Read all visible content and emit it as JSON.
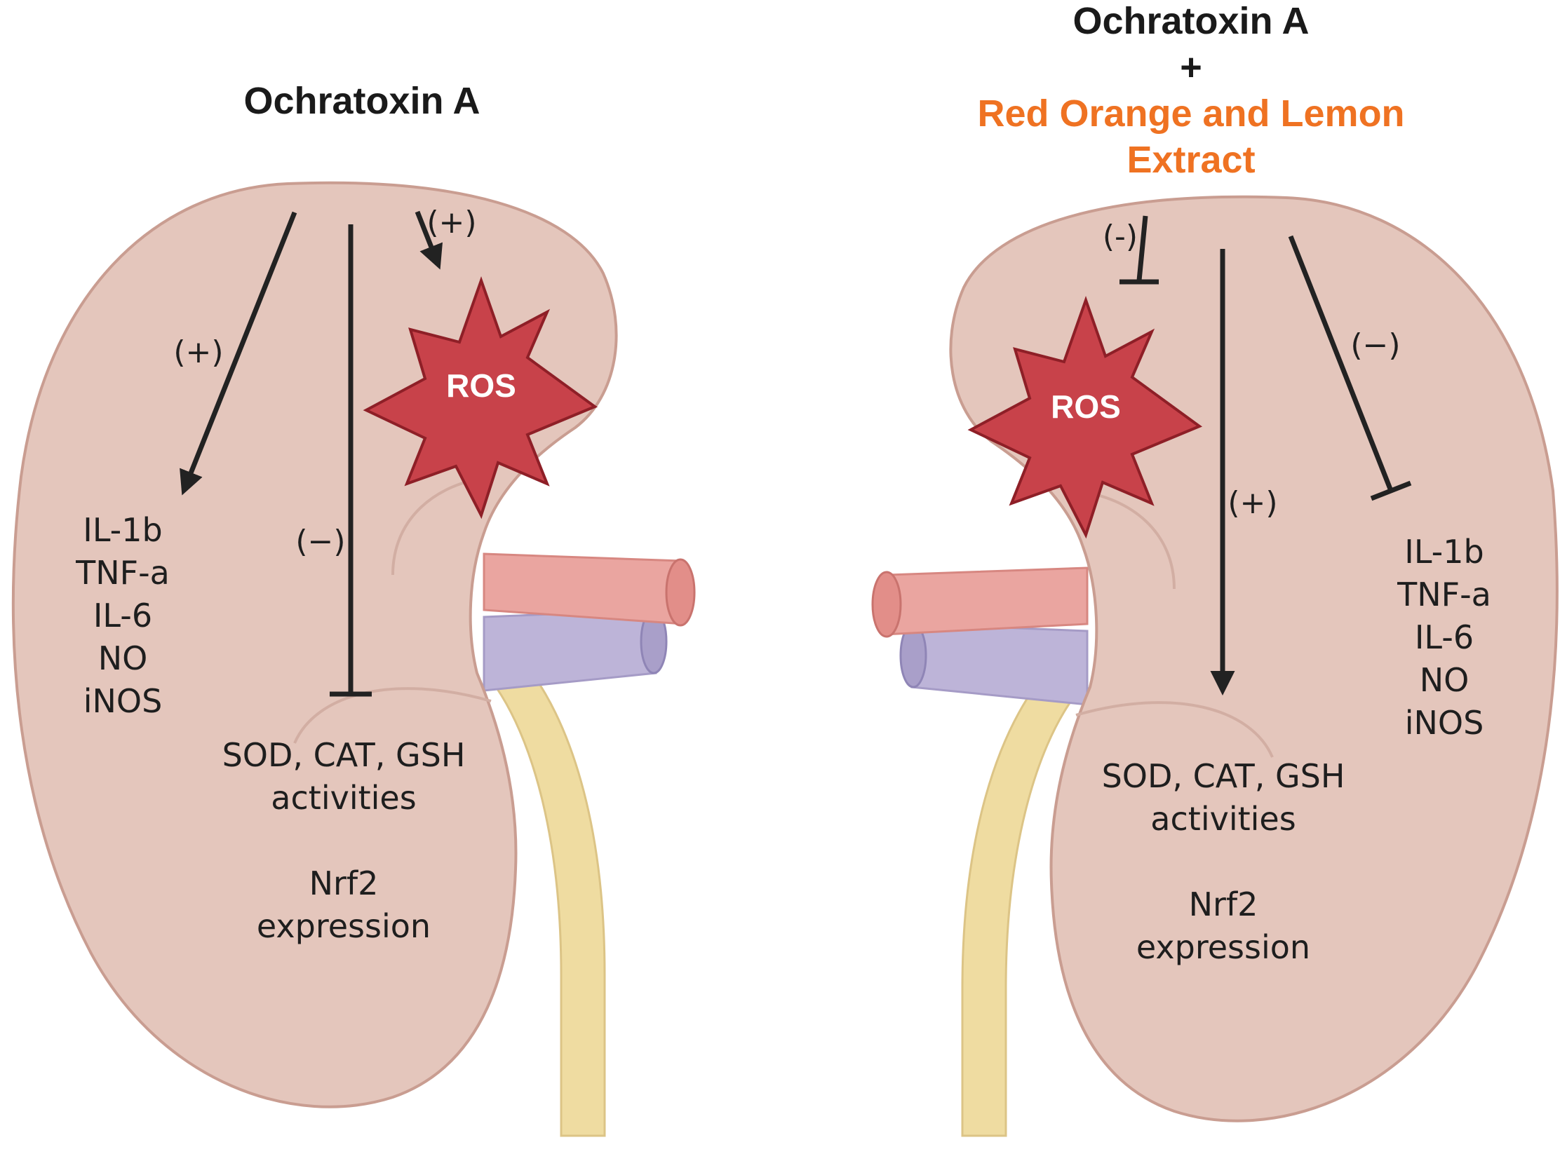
{
  "colors": {
    "kidney_fill": "#e4c6bc",
    "kidney_stroke": "#c99d91",
    "ros_fill": "#c8424a",
    "ros_stroke": "#8e1f27",
    "artery": "#eaa5a0",
    "vein": "#bdb4d8",
    "ureter": "#efdca1",
    "accent_orange": "#ef7222",
    "arrow": "#222222"
  },
  "left": {
    "title": "Ochratoxin A",
    "ros_label": "ROS",
    "sign_ros": "(+)",
    "sign_cytokines": "(+)",
    "sign_antioxidants": "(−)",
    "cytokines": [
      "IL-1b",
      "TNF-a",
      "IL-6",
      "NO",
      "iNOS"
    ],
    "antioxidants_line1": "SOD, CAT, GSH",
    "antioxidants_line2": "activities",
    "nrf2_line1": "Nrf2",
    "nrf2_line2": "expression"
  },
  "right": {
    "title_line1": "Ochratoxin A",
    "title_plus": "+",
    "title_line2": "Red Orange and Lemon",
    "title_line3": "Extract",
    "ros_label": "ROS",
    "sign_ros": "(-)",
    "sign_antioxidants": "(+)",
    "sign_cytokines": "(−)",
    "cytokines": [
      "IL-1b",
      "TNF-a",
      "IL-6",
      "NO",
      "iNOS"
    ],
    "antioxidants_line1": "SOD, CAT, GSH",
    "antioxidants_line2": "activities",
    "nrf2_line1": "Nrf2",
    "nrf2_line2": "expression"
  }
}
